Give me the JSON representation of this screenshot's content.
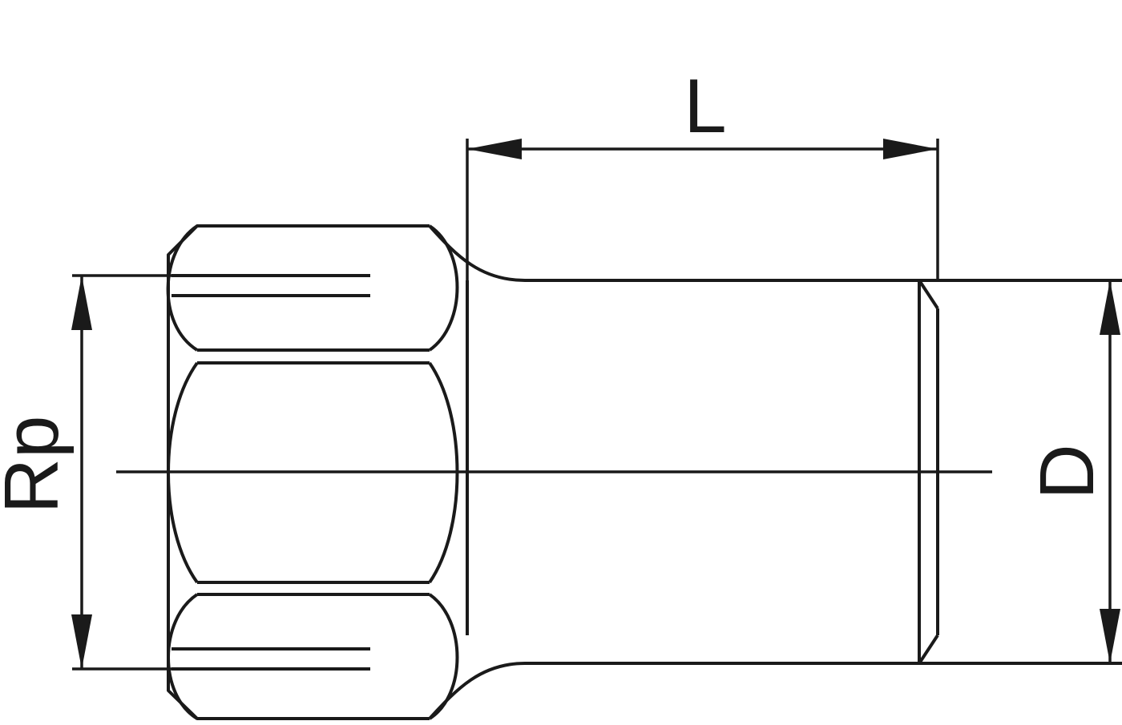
{
  "labels": {
    "length": "L",
    "thread": "Rp",
    "diameter": "D"
  },
  "colors": {
    "line": "#1a1a1a",
    "background": "#ffffff"
  }
}
